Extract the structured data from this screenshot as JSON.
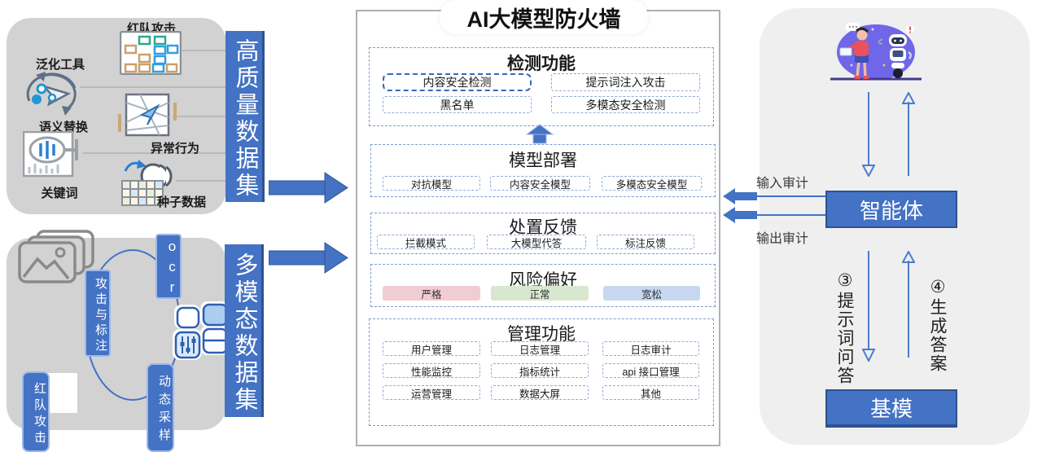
{
  "accent_color": "#4472C4",
  "left_top": {
    "banner": "高质量数据集",
    "red_team": "红队攻击",
    "generalize_tool": "泛化工具",
    "semantic_replace": "语义替换",
    "anomaly_behavior": "异常行为",
    "keyword": "关键词",
    "seed_data": "种子数据"
  },
  "left_bottom": {
    "banner": "多模态数据集",
    "ocr": "ocr",
    "attack_annotate": "攻击与标注",
    "red_team": "红队攻击",
    "dynamic_sampling": "动态采样"
  },
  "firewall": {
    "title": "AI大模型防火墙",
    "detection": {
      "title": "检测功能",
      "items": [
        "内容安全检测",
        "提示词注入攻击",
        "黑名单",
        "多模态安全检测"
      ]
    },
    "deployment": {
      "title": "模型部署",
      "items": [
        "对抗模型",
        "内容安全模型",
        "多模态安全模型"
      ]
    },
    "disposition": {
      "title": "处置反馈",
      "items": [
        "拦截模式",
        "大模型代答",
        "标注反馈"
      ]
    },
    "risk": {
      "title": "风险偏好",
      "items": [
        "严格",
        "正常",
        "宽松"
      ],
      "colors": [
        "#F2CCD3",
        "#D7E7D0",
        "#C7D7EF"
      ]
    },
    "management": {
      "title": "管理功能",
      "items": [
        "用户管理",
        "日志管理",
        "日志审计",
        "性能监控",
        "指标统计",
        "api 接口管理",
        "运营管理",
        "数据大屏",
        "其他"
      ]
    }
  },
  "right": {
    "agent": "智能体",
    "base_model": "基模",
    "input_audit": "输入审计",
    "output_audit": "输出审计",
    "step3_prompt_qa": "③提示词问答",
    "step4_gen_answer": "④生成答案"
  }
}
